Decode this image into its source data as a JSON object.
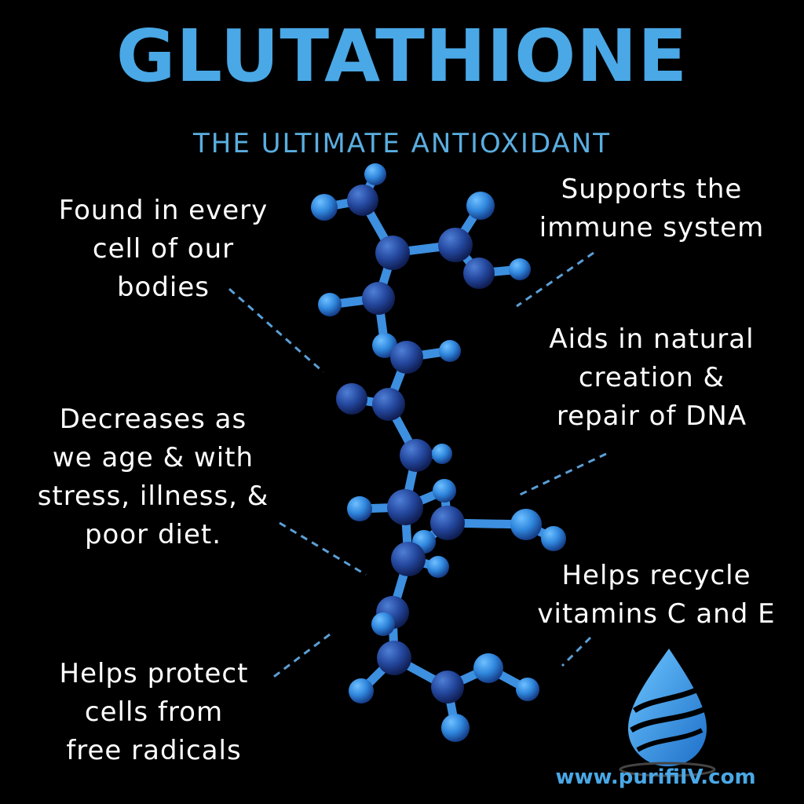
{
  "title": "GLUTATHIONE",
  "subtitle": "THE ULTIMATE ANTIOXIDANT",
  "facts": [
    {
      "lines": [
        "Found in every",
        "cell of our",
        "bodies"
      ]
    },
    {
      "lines": [
        "Supports  the",
        "immune system"
      ]
    },
    {
      "lines": [
        "Aids in natural",
        "creation &",
        "repair of DNA"
      ]
    },
    {
      "lines": [
        "Decreases as",
        "we age & with",
        "stress, illness, &",
        "poor diet."
      ]
    },
    {
      "lines": [
        "Helps recycle",
        "vitamins C and E"
      ]
    },
    {
      "lines": [
        "Helps protect",
        "cells from",
        "free radicals"
      ]
    }
  ],
  "footer": {
    "website": "www.purifiIV.com"
  },
  "colors": {
    "background": "#000000",
    "title": "#4aa8e6",
    "subtitle": "#5aaee0",
    "text": "#ffffff",
    "connector": "#5b9fd6",
    "atom_light": "#3a8ee0",
    "atom_dark": "#1f4aa0",
    "bond": "#3d8fe0",
    "logo": "#3aa0e8",
    "url": "#4aa8e6"
  },
  "icons": [
    "water-drop-logo-icon",
    "molecule-illustration"
  ]
}
